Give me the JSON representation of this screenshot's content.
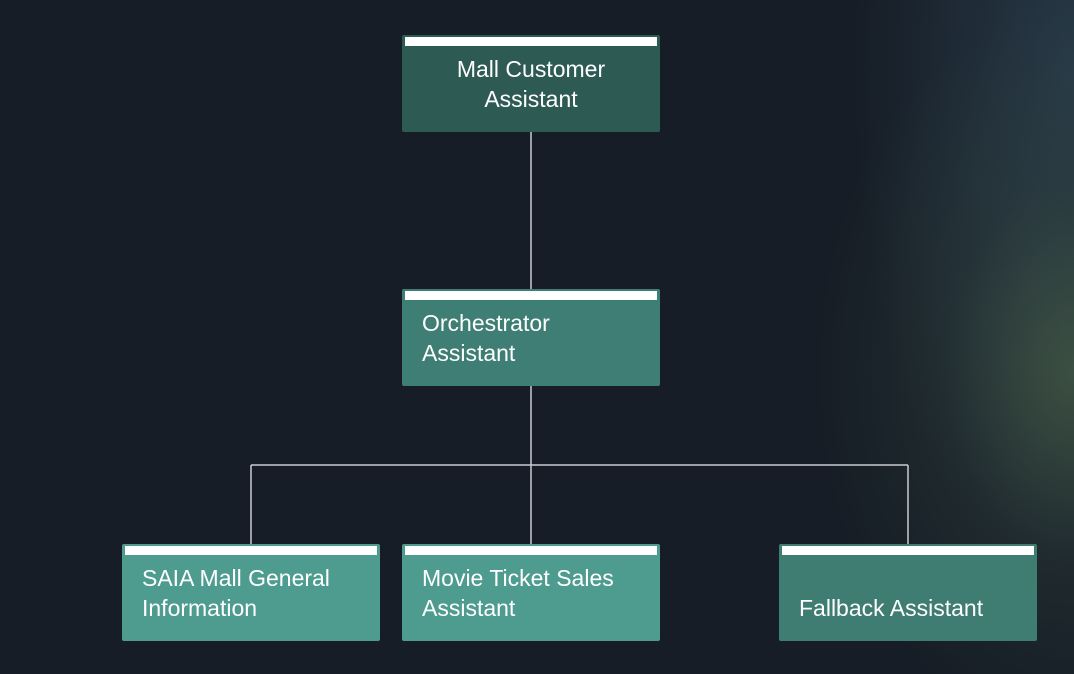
{
  "diagram": {
    "type": "org-chart",
    "colors": {
      "background": "#161d26",
      "connector": "#c9ccd0",
      "root": "#2d5b54",
      "level1": "#3e7e74",
      "leaf": "#4e9c90",
      "fallback": "#3f7d73",
      "header_bar": "#ffffff"
    },
    "nodes": {
      "root": {
        "line1": "Mall Customer",
        "line2": "Assistant"
      },
      "orchestrator": {
        "line1": "Orchestrator",
        "line2": "Assistant"
      },
      "saia": {
        "line1": "SAIA Mall General",
        "line2": "Information"
      },
      "movie": {
        "line1": "Movie Ticket Sales",
        "line2": "Assistant"
      },
      "fallback": {
        "line1": "Fallback Assistant"
      }
    },
    "edges": [
      [
        "root",
        "orchestrator"
      ],
      [
        "orchestrator",
        "saia"
      ],
      [
        "orchestrator",
        "movie"
      ],
      [
        "orchestrator",
        "fallback"
      ]
    ]
  }
}
